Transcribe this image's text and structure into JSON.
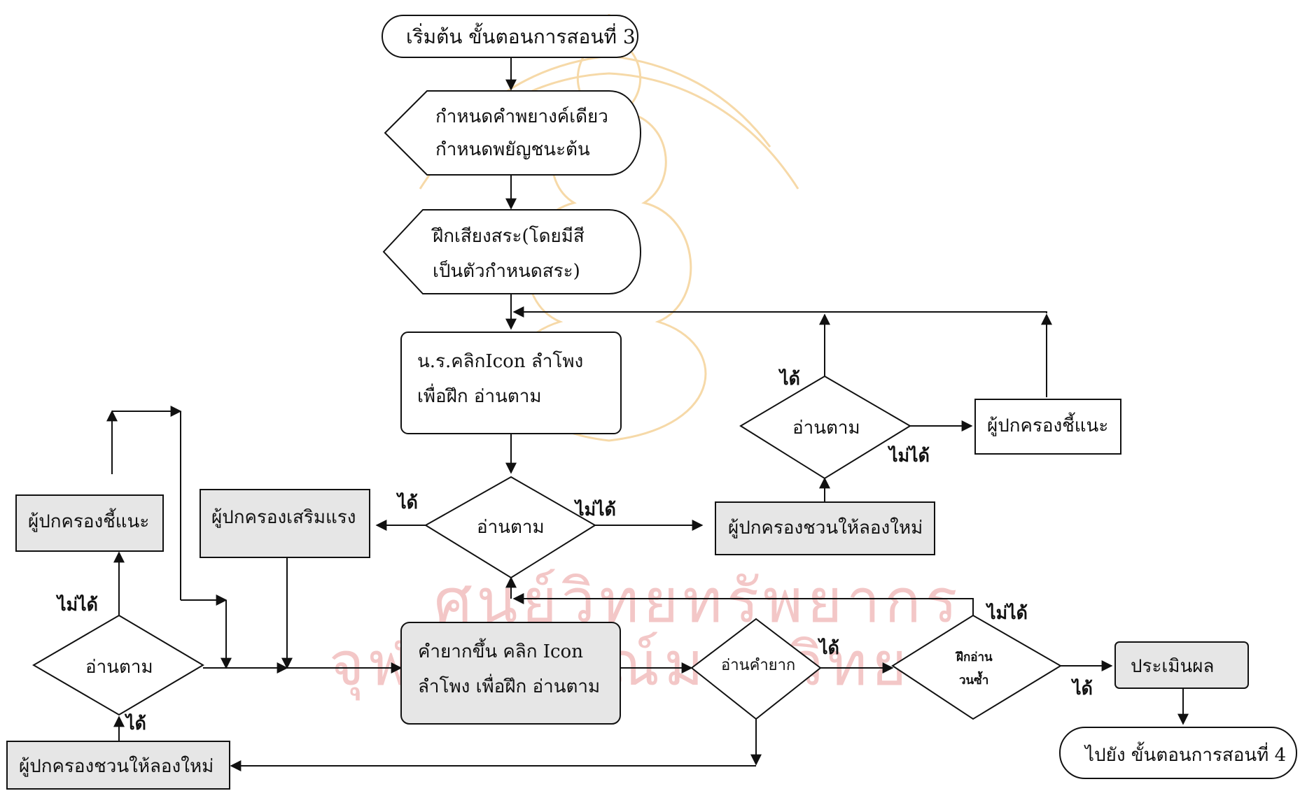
{
  "watermark": {
    "line1": "ศูนย์วิทยทรัพยากร",
    "line2": "จุฬาลงกรณ์มหาวิทยาลัย"
  },
  "nodes": {
    "start": "เริ่มต้น ขั้นตอนการสอนที่ 3",
    "define_line1": "กำหนดคำพยางค์เดียว",
    "define_line2": "กำหนดพยัญชนะต้น",
    "practice_vowel_line1": "ฝึกเสียงสระ(โดยมีสี",
    "practice_vowel_line2": "เป็นตัวกำหนดสระ)",
    "student_click_line1": "น.ร.คลิกIcon ลำโพง",
    "student_click_line2": "เพื่อฝึก อ่านตาม",
    "read_along_center": "อ่านตาม",
    "read_along_right": "อ่านตาม",
    "read_along_left": "อ่านตาม",
    "parent_guide_right": "ผู้ปกครองชี้แนะ",
    "parent_retry_mid": "ผู้ปกครองชวนให้ลองใหม่",
    "parent_reinforce": "ผู้ปกครองเสริมแรง",
    "parent_guide_left": "ผู้ปกครองชี้แนะ",
    "hard_words_line1": "คำยากขึ้น  คลิก Icon",
    "hard_words_line2": "ลำโพง เพื่อฝึก อ่านตาม",
    "read_hard": "อ่านคำยาก",
    "repeat_line1": "ฝึกอ่าน",
    "repeat_line2": "วนซ้ำ",
    "evaluate": "ประเมินผล",
    "end": "ไปยัง ขั้นตอนการสอนที่  4",
    "parent_retry_bottom": "ผู้ปกครองชวนให้ลองใหม่"
  },
  "labels": {
    "yes": "ได้",
    "no": "ไม่ได้"
  },
  "colors": {
    "line": "#111111",
    "shaded_fill": "#e6e6e6",
    "watermark": "#f3c7c7"
  }
}
